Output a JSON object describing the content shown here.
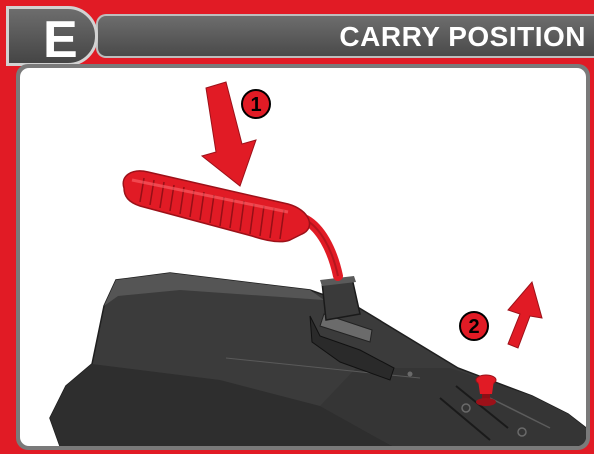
{
  "header": {
    "section_letter": "E",
    "section_title": "CARRY POSITION"
  },
  "illustration": {
    "steps": [
      {
        "marker": "1",
        "icon": "arrow-down-icon"
      },
      {
        "marker": "2",
        "icon": "arrow-up-icon"
      }
    ],
    "parts": {
      "handle": "handle",
      "latch_pin": "latch-pin",
      "body": "machine-body"
    }
  },
  "colors": {
    "background_red": "#e11b25",
    "header_gray": "#555555",
    "handle_red": "#e11b25",
    "body_gray": "#3a3a3a",
    "frame_gray": "#7a7a7a"
  }
}
